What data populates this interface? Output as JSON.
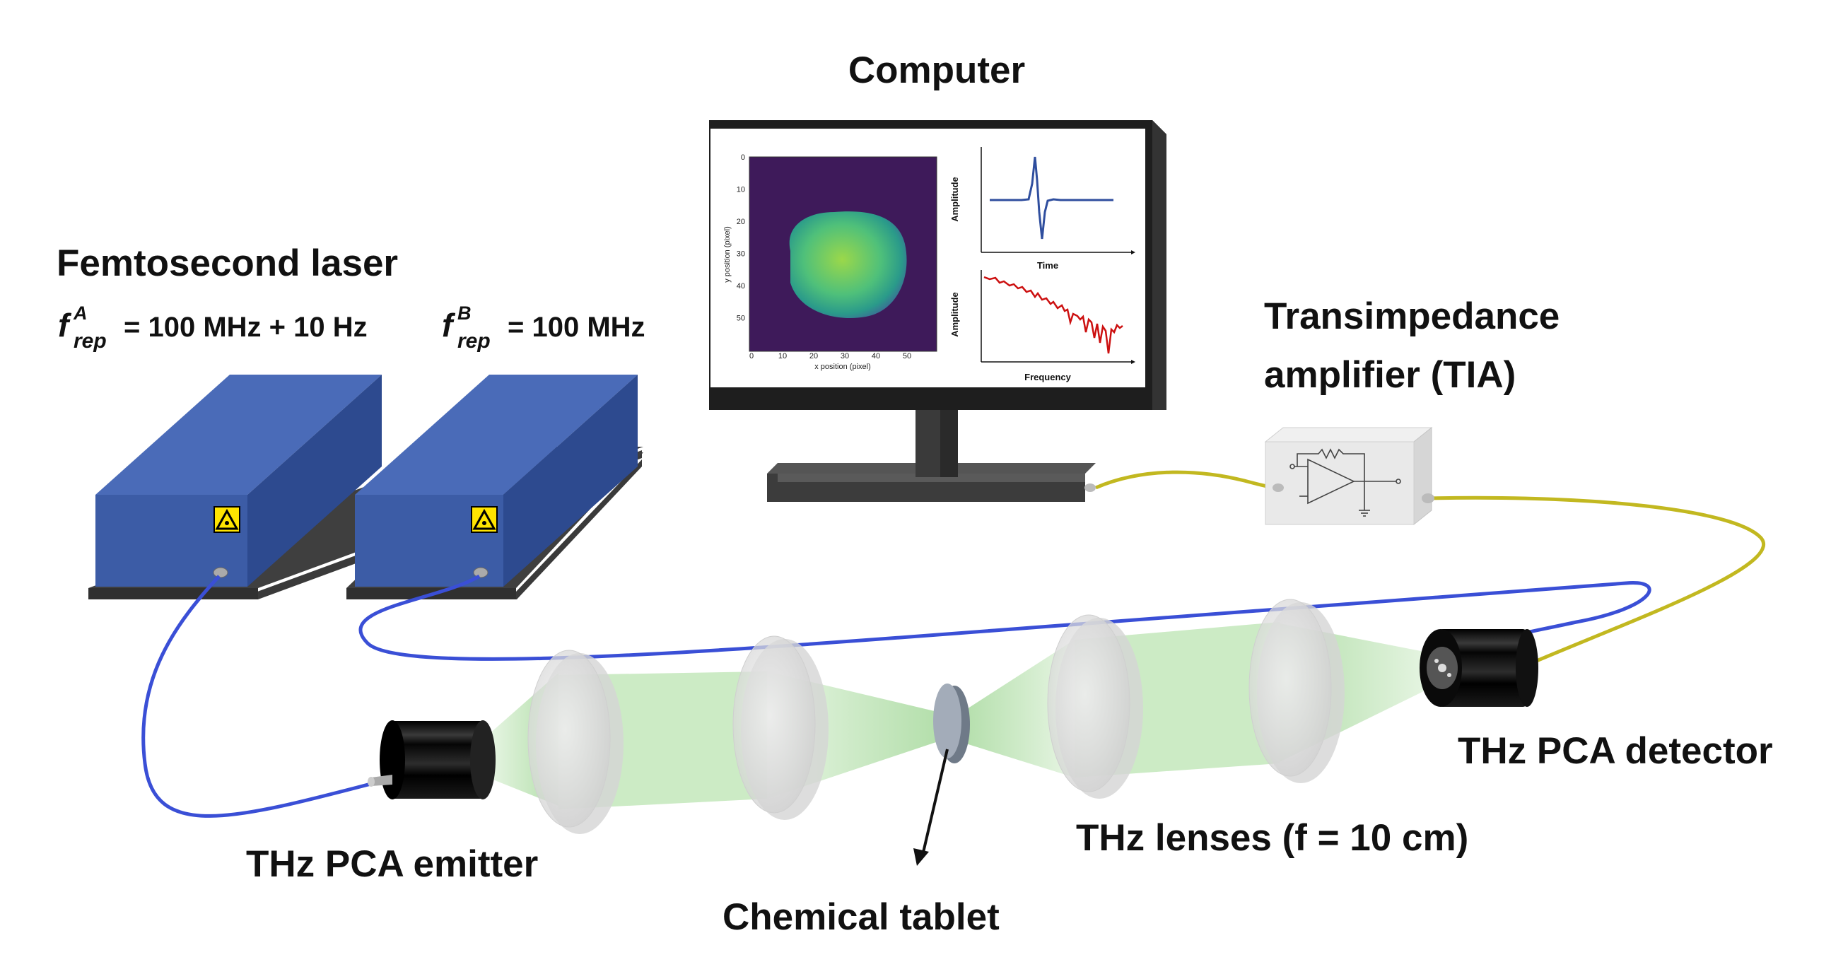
{
  "labels": {
    "computer": "Computer",
    "femtosecond_laser": "Femtosecond laser",
    "frep_a_prefix": "f",
    "frep_a_sub": "rep",
    "frep_a_sup": "A",
    "frep_a_value": "= 100 MHz + 10 Hz",
    "frep_b_prefix": "f",
    "frep_b_sub": "rep",
    "frep_b_sup": "B",
    "frep_b_value": "= 100 MHz",
    "tia_line1": "Transimpedance",
    "tia_line2": "amplifier (TIA)",
    "detector": "THz PCA detector",
    "lenses": "THz lenses (f = 10 cm)",
    "emitter": "THz PCA emitter",
    "tablet": "Chemical tablet"
  },
  "screen": {
    "image_plot": {
      "xlabel": "x position (pixel)",
      "ylabel": "y position (pixel)",
      "xticks": [
        "0",
        "10",
        "20",
        "30",
        "40",
        "50"
      ],
      "yticks": [
        "0",
        "10",
        "20",
        "30",
        "40",
        "50"
      ]
    },
    "time_plot": {
      "xlabel": "Time",
      "ylabel": "Amplitude"
    },
    "freq_plot": {
      "xlabel": "Frequency",
      "ylabel": "Amplitude"
    }
  },
  "colors": {
    "laser_blue": "#3d5ea8",
    "fiber_blue": "#3a4fd6",
    "cable_yellow": "#c2b820",
    "beam_green": "#a8dca0",
    "time_trace": "#2f4e9e",
    "freq_trace": "#cc1010",
    "warning_yellow": "#ffe400"
  }
}
